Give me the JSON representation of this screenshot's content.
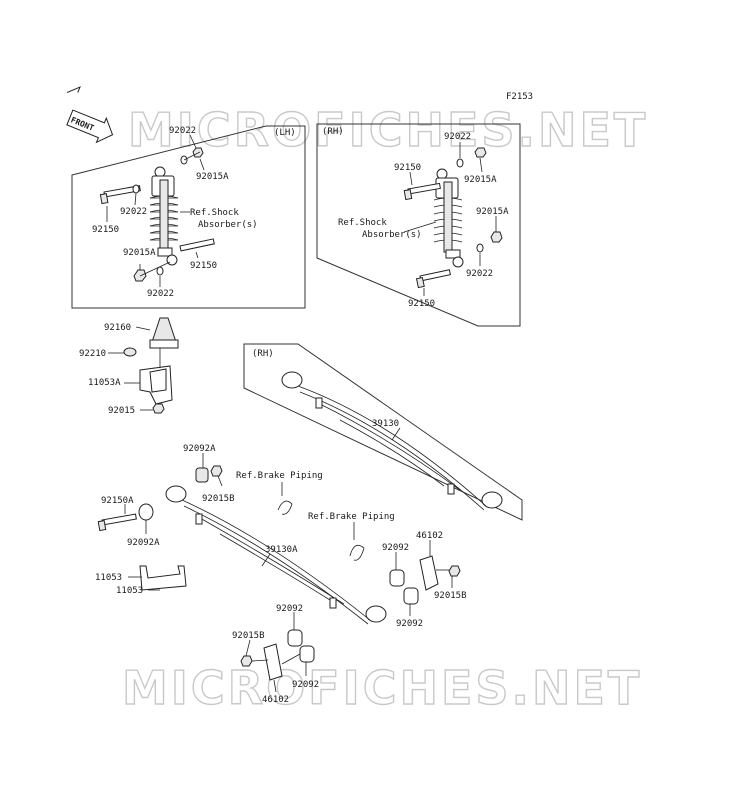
{
  "figure_code": "F2153",
  "watermark": "MICROFICHES.NET",
  "front_label": "FRONT",
  "lh_box": {
    "side": "(LH)",
    "ref": [
      "Ref.Shock",
      "Absorber(s)"
    ],
    "parts": [
      "92022",
      "92015A",
      "92022",
      "92150",
      "92015A",
      "92150",
      "92022"
    ]
  },
  "rh_box": {
    "side": "(RH)",
    "ref": [
      "Ref.Shock",
      "Absorber(s)"
    ],
    "parts": [
      "92022",
      "92150",
      "92015A",
      "92015A",
      "92022",
      "92150"
    ]
  },
  "bumper": {
    "parts": [
      "92160",
      "92210",
      "11053A",
      "92015"
    ]
  },
  "rh_spring": {
    "side": "(RH)",
    "part": "39130"
  },
  "lh_spring": {
    "parts": [
      "92092A",
      "92015B",
      "92150A",
      "92092A",
      "39130A",
      "11053",
      "11053",
      "46102",
      "92092",
      "92015B",
      "92092",
      "92092",
      "92015B",
      "92092",
      "46102"
    ],
    "refs": [
      "Ref.Brake Piping",
      "Ref.Brake Piping"
    ]
  }
}
